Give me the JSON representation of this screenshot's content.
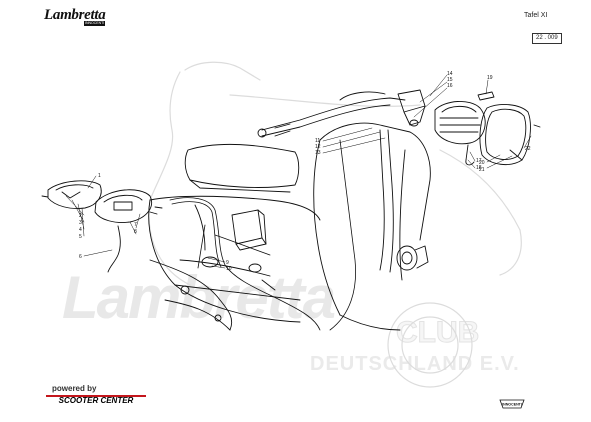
{
  "header": {
    "brand_logo_text": "Lambretta",
    "brand_logo_sub": "INNOCENTI",
    "plate_title": "Tafel XI",
    "plate_code": "22 . 009"
  },
  "watermark": {
    "main": "Lambretta",
    "club": "CLUB",
    "association": "DEUTSCHLAND E.V."
  },
  "footer": {
    "powered_by": "powered by",
    "sponsor": "SCOOTER CENTER",
    "innocenti_badge": "INNOCENTI"
  },
  "colors": {
    "accent_red": "#c4161c",
    "ink": "#111111",
    "watermark": "#e6e6e6"
  },
  "callouts": {
    "c1": "1",
    "c2": "2",
    "c3": "3",
    "c4": "4",
    "c5": "5",
    "c6": "6",
    "c7": "7",
    "c8": "8",
    "c9": "9",
    "c10": "10",
    "c11": "11",
    "c12": "12",
    "c13": "13",
    "c14": "14",
    "c15": "15",
    "c16": "16",
    "c17": "17",
    "c18": "18",
    "c19": "19",
    "c20": "20",
    "c21": "21",
    "c22": "22"
  }
}
